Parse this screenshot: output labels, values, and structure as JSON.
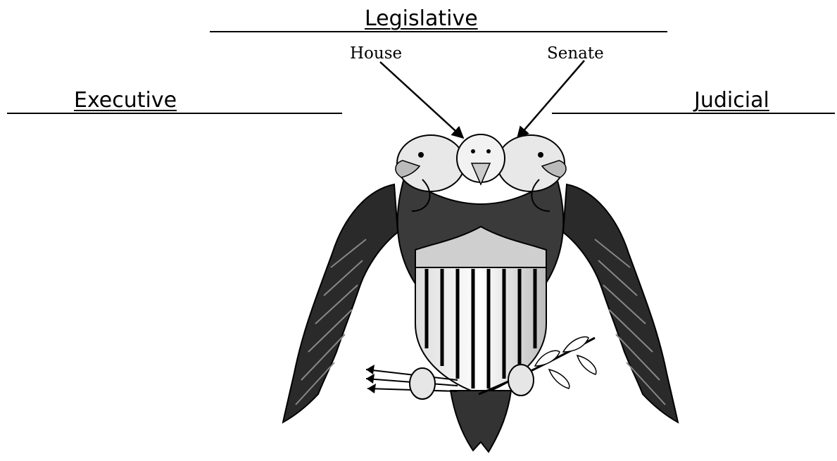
{
  "branches": {
    "legislative": "Legislative",
    "executive": "Executive",
    "judicial": "Judicial"
  },
  "chambers": {
    "house": "House",
    "senate": "Senate"
  },
  "colors": {
    "ink": "#000000",
    "dark": "#1a1a1a",
    "mid": "#555555",
    "light": "#9a9a9a",
    "paper": "#ffffff"
  },
  "emblem": {
    "description_icon": "three-headed-eagle-with-shield-icon"
  }
}
